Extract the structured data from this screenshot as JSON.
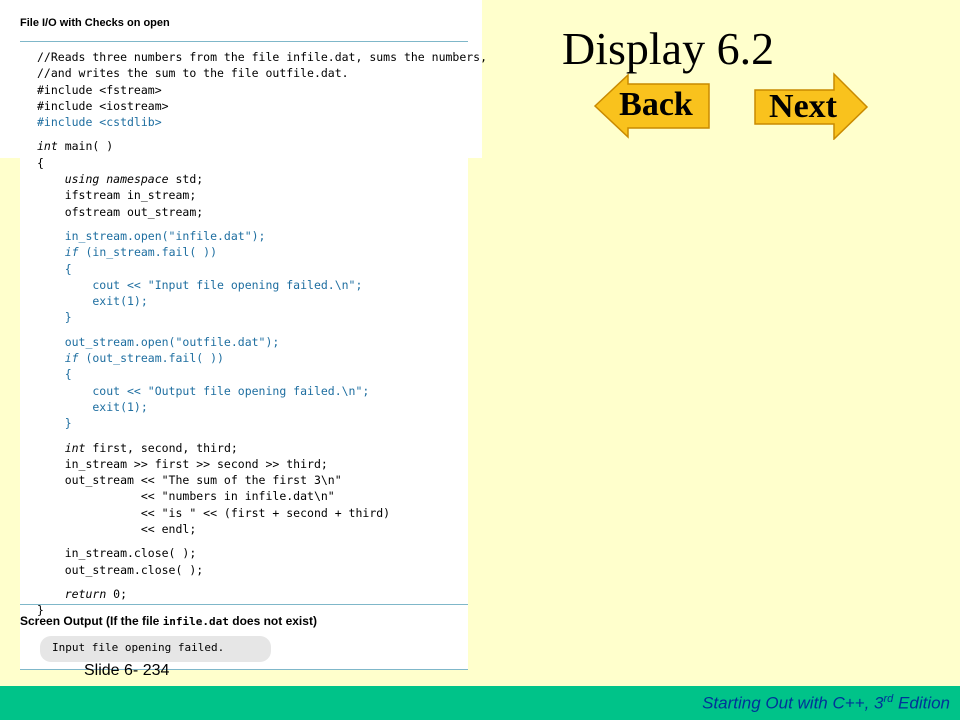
{
  "slide": {
    "title": "Display 6.2",
    "slide_number": "Slide 6- 234",
    "footer_prefix": "Starting Out with C++, 3",
    "footer_sup": "rd",
    "footer_suffix": " Edition"
  },
  "nav": {
    "back_label": "Back",
    "next_label": "Next"
  },
  "listing": {
    "title": "File I/O with Checks on open",
    "lines": [
      "//Reads three numbers from the file infile.dat, sums the numbers,",
      "//and writes the sum to the file outfile.dat.",
      "#include <fstream>",
      "#include <iostream>",
      "#include <cstdlib>",
      "",
      "int main( )",
      "{",
      "    using namespace std;",
      "    ifstream in_stream;",
      "    ofstream out_stream;",
      "",
      "    in_stream.open(\"infile.dat\");",
      "    if (in_stream.fail( ))",
      "    {",
      "        cout << \"Input file opening failed.\\n\";",
      "        exit(1);",
      "    }",
      "",
      "    out_stream.open(\"outfile.dat\");",
      "    if (out_stream.fail( ))",
      "    {",
      "        cout << \"Output file opening failed.\\n\";",
      "        exit(1);",
      "    }",
      "",
      "    int first, second, third;",
      "    in_stream >> first >> second >> third;",
      "    out_stream << \"The sum of the first 3\\n\"",
      "               << \"numbers in infile.dat\\n\"",
      "               << \"is \" << (first + second + third)",
      "               << endl;",
      "",
      "    in_stream.close( );",
      "    out_stream.close( );",
      "",
      "    return 0;",
      "}"
    ],
    "output_title_prefix": "Screen Output (If the file ",
    "output_title_file": "infile.dat",
    "output_title_suffix": " does not exist)",
    "output_text": "Input file opening failed."
  },
  "colors": {
    "background": "#ffffcc",
    "footer": "#00c389",
    "footer_text": "#003399",
    "arrow_fill": "#f9c21d",
    "code_highlight": "#1e6ea0"
  },
  "icons": {
    "back": "left-arrow-icon",
    "next": "right-arrow-icon"
  }
}
